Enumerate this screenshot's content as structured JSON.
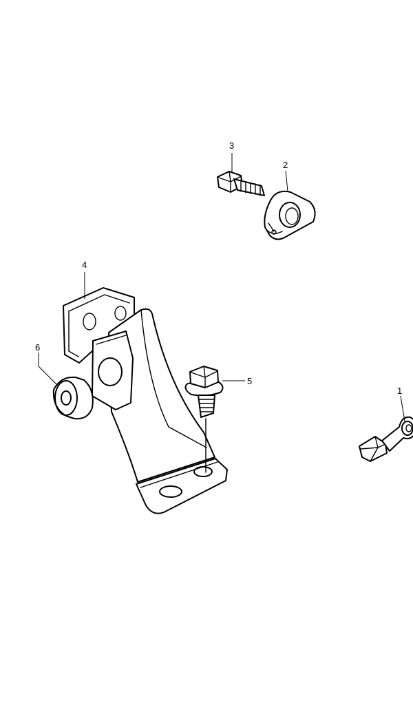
{
  "callouts": [
    {
      "id": "1",
      "label": "1"
    },
    {
      "id": "2",
      "label": "2"
    },
    {
      "id": "3",
      "label": "3"
    },
    {
      "id": "4",
      "label": "4"
    },
    {
      "id": "5",
      "label": "5"
    },
    {
      "id": "6",
      "label": "6"
    }
  ],
  "parts": [
    {
      "callout": "1",
      "icon": "hose-fitting-icon"
    },
    {
      "callout": "2",
      "icon": "clamp-icon"
    },
    {
      "callout": "3",
      "icon": "bolt-icon"
    },
    {
      "callout": "4",
      "icon": "bracket-icon"
    },
    {
      "callout": "5",
      "icon": "flange-bolt-icon"
    },
    {
      "callout": "6",
      "icon": "grommet-icon"
    }
  ],
  "colors": {
    "line": "#000000",
    "background": "#ffffff"
  }
}
